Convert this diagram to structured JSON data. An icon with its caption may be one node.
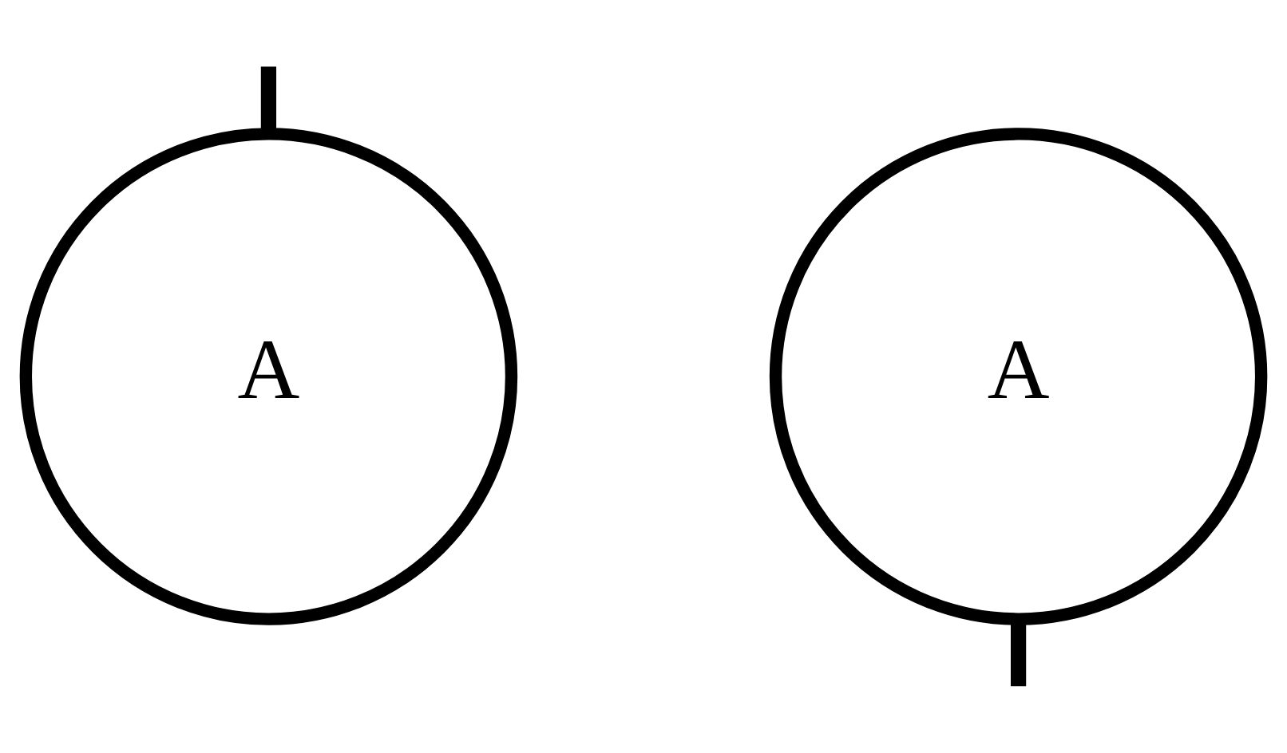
{
  "diagram": {
    "nodes": [
      {
        "text": [
          "A"
        ]
      },
      {
        "text": [
          "A"
        ]
      }
    ],
    "edges": [
      {
        "from": null,
        "to": 0,
        "arrow": "none"
      },
      {
        "from": 1,
        "to": null,
        "arrow": "none"
      }
    ]
  }
}
